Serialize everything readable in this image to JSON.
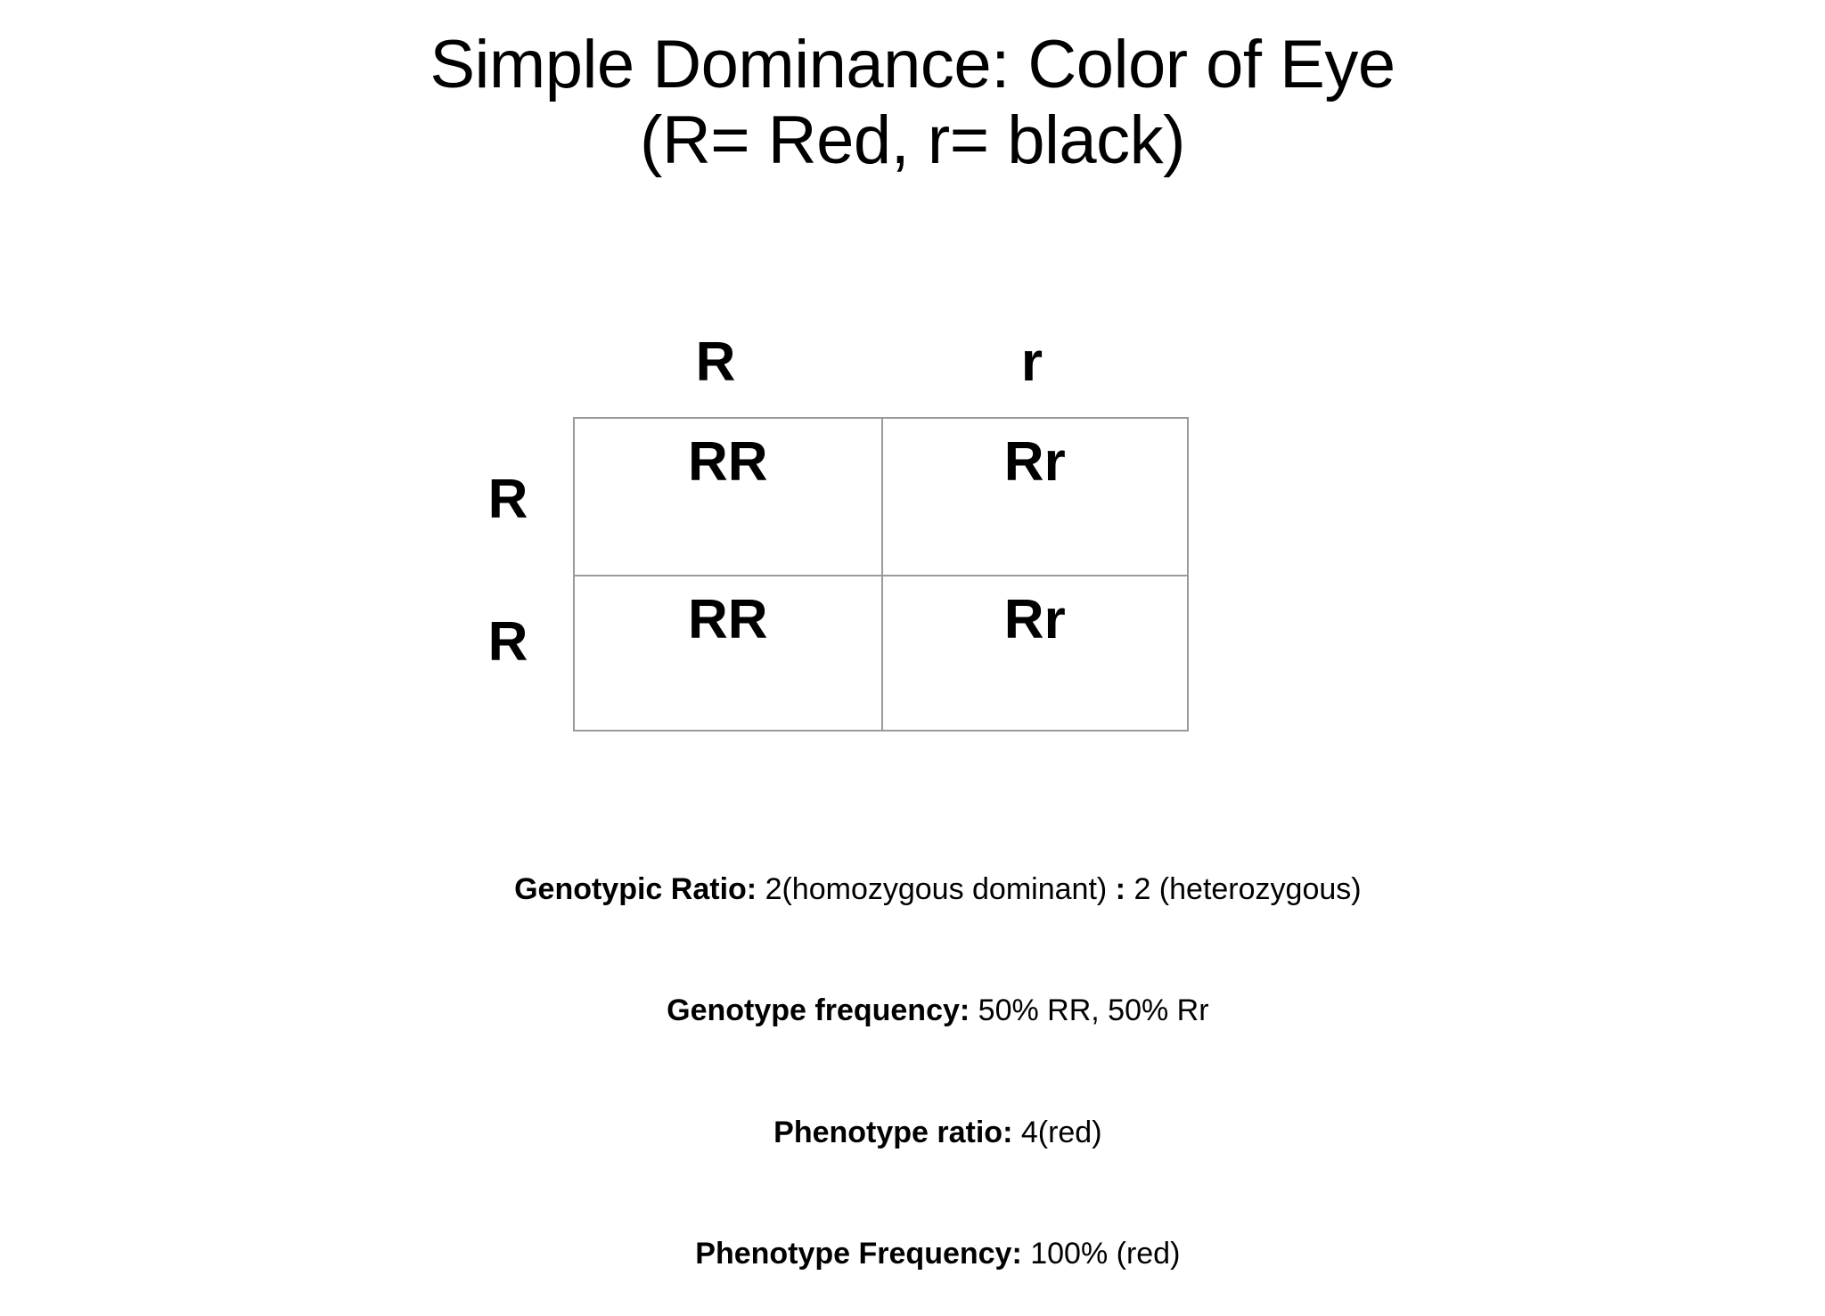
{
  "slide": {
    "background_color": "#ffffff",
    "text_color": "#000000",
    "grid_line_color": "#9a9a9a"
  },
  "title": {
    "line1": "Simple Dominance: Color of Eye",
    "line2": "(R= Red, r= black)"
  },
  "punnett": {
    "column_headers": [
      "R",
      "r"
    ],
    "row_labels": [
      "R",
      "R"
    ],
    "cells": [
      [
        "RR",
        "Rr"
      ],
      [
        "RR",
        "Rr"
      ]
    ]
  },
  "summary": [
    {
      "label": "Genotypic Ratio:",
      "value": " 2(homozygous dominant) ",
      "separator": ":",
      "value2": " 2 (heterozygous)"
    },
    {
      "label": "Genotype frequency:",
      "value": " 50% RR, 50% Rr",
      "separator": "",
      "value2": ""
    },
    {
      "label": "Phenotype ratio:",
      "value": " 4(red)",
      "separator": "",
      "value2": ""
    },
    {
      "label": "Phenotype Frequency:",
      "value": " 100% (red)",
      "separator": "",
      "value2": ""
    }
  ]
}
